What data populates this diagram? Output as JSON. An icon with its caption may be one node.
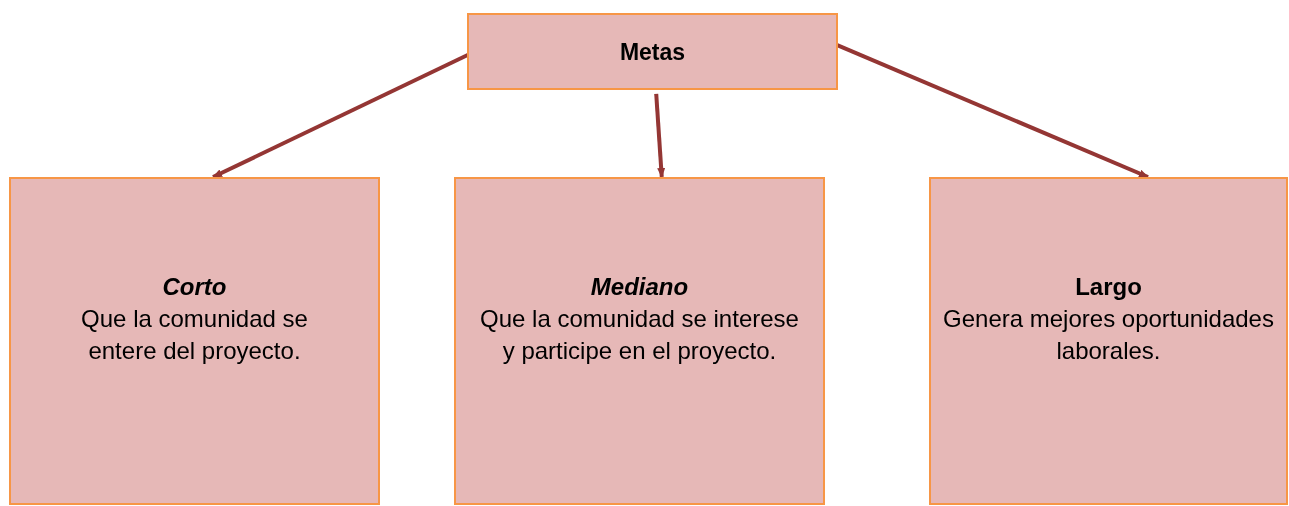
{
  "diagram": {
    "nodes": [
      {
        "text": [
          "Metas"
        ]
      },
      {
        "text": [
          "Corto",
          "Que la comunidad se entere del proyecto."
        ]
      },
      {
        "text": [
          "Mediano",
          "Que la comunidad se interese y participe en el proyecto."
        ]
      },
      {
        "text": [
          "Largo",
          "Genera mejores oportunidades laborales."
        ]
      }
    ],
    "edges": [
      {
        "from": 0,
        "to": 1,
        "arrow": "to"
      },
      {
        "from": 0,
        "to": 2,
        "arrow": "to"
      },
      {
        "from": 0,
        "to": 3,
        "arrow": "to"
      }
    ]
  }
}
